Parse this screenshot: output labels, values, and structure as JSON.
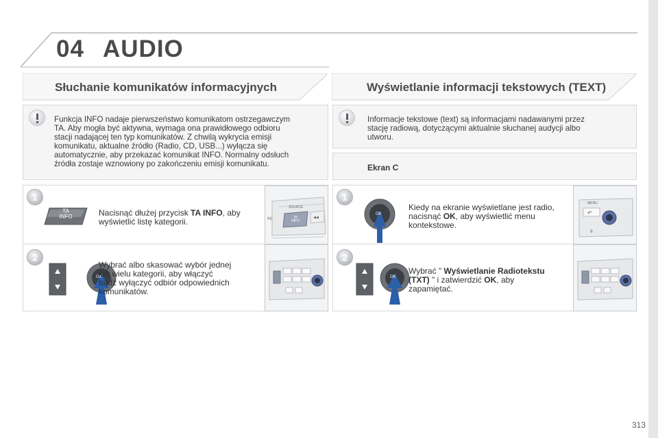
{
  "header": {
    "chapter_number": "04",
    "chapter_title": "AUDIO"
  },
  "left": {
    "section_title": "Słuchanie komunikatów informacyjnych",
    "info_lines": [
      "Funkcja INFO nadaje pierwszeństwo komunikatom ostrzegawczym",
      "TA. Aby mogła być aktywna, wymaga ona prawidłowego odbioru",
      "stacji nadającej ten typ komunikatów. Z chwilą wykrycia emisji",
      "komunikatu, aktualne źródło (Radio, CD, USB...) wyłącza się",
      "automatycznie, aby przekazać komunikat INFO. Normalny odsłuch",
      "źródła zostaje wznowiony po zakończeniu emisji komunikatu."
    ],
    "step1": {
      "number": "1",
      "line1_pre": "Nacisnąć dłużej przycisk ",
      "line1_bold": "TA INFO",
      "line1_post": ", aby",
      "line2": "wyświetlić listę kategorii.",
      "button_label_top": "TA",
      "button_label_bottom": "INFO",
      "thumb_source": "SOURCE",
      "thumb_nd": "ND"
    },
    "step2": {
      "number": "2",
      "lines": [
        "Wybrać albo skasować wybór jednej",
        "lub wielu kategorii, aby włączyć",
        "bądź wyłączyć odbiór odpowiednich",
        "komunikatów."
      ],
      "ok_label": "OK"
    }
  },
  "right": {
    "section_title": "Wyświetlanie informacji tekstowych (TEXT)",
    "info_lines": [
      "Informacje tekstowe (text) są informacjami nadawanymi przez",
      "stację radiową, dotyczącymi aktualnie słuchanej audycji albo",
      "utworu."
    ],
    "ekran_label": "Ekran C",
    "step1": {
      "number": "1",
      "line1": "Kiedy na ekranie wyświetlane jest radio,",
      "line2_pre": "nacisnąć ",
      "line2_bold": "OK",
      "line2_post": ", aby wyświetlić menu",
      "line3": "kontekstowe.",
      "ok_label": "OK",
      "thumb_menu": "MENU"
    },
    "step2": {
      "number": "2",
      "line1_pre": "Wybrać \" ",
      "line1_bold": "Wyświetlanie Radiotekstu",
      "line2_bold": "(TXT)",
      "line2_mid": " \" i zatwierdzić ",
      "line2_bold2": "OK",
      "line2_post": ", aby",
      "line3": "zapamiętać.",
      "ok_label": "OK"
    }
  },
  "footer": {
    "page_number": "313"
  },
  "colors": {
    "arrow_blue": "#2b5fa8",
    "box_bg": "#f5f5f6",
    "border": "#d6d8db",
    "title_gray": "#4b4b4b"
  }
}
